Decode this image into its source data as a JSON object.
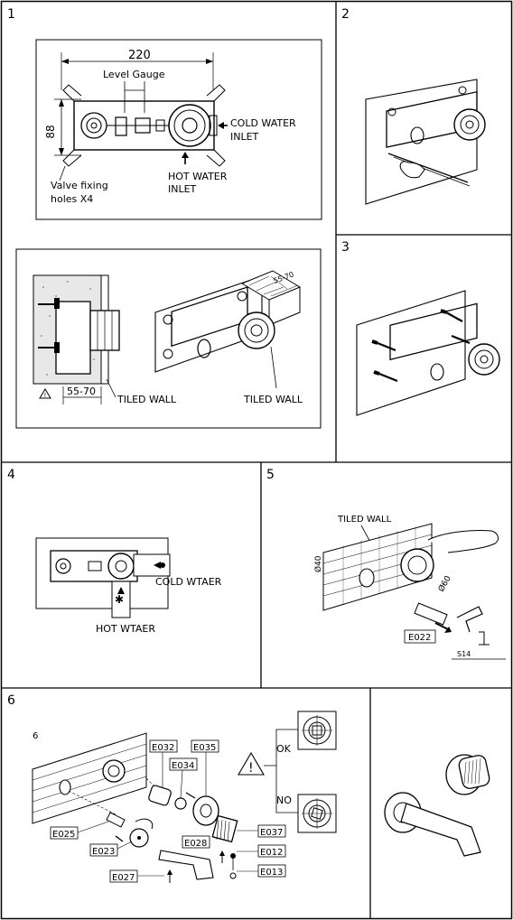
{
  "panels": {
    "p1": "1",
    "p2": "2",
    "p3": "3",
    "p4": "4",
    "p5": "5",
    "p6": "6",
    "p6_inner": "6"
  },
  "panel1": {
    "width_dim": "220",
    "height_dim": "88",
    "level_gauge": "Level Gauge",
    "cold_line1": "COLD WATER",
    "cold_line2": "INLET",
    "hot_line1": "HOT WATER",
    "hot_line2": "INLET",
    "valve_line1": "Valve fixing",
    "valve_line2": "holes X4",
    "depth_left": "55-70",
    "depth_right": "55-70",
    "tiled_left": "TILED WALL",
    "tiled_right": "TILED WALL"
  },
  "panel4": {
    "cold": "COLD WTAER",
    "hot": "HOT WTAER"
  },
  "panel5": {
    "tiled": "TILED WALL",
    "d40": "Ø40",
    "d60": "Ø60",
    "part": "E022",
    "s14": "S14"
  },
  "panel6": {
    "parts": {
      "e032": "E032",
      "e035": "E035",
      "e034": "E034",
      "e025": "E025",
      "e023": "E023",
      "e028": "E028",
      "e027": "E027",
      "e037": "E037",
      "e012": "E012",
      "e013": "E013"
    },
    "ok": "OK",
    "no": "NO"
  }
}
